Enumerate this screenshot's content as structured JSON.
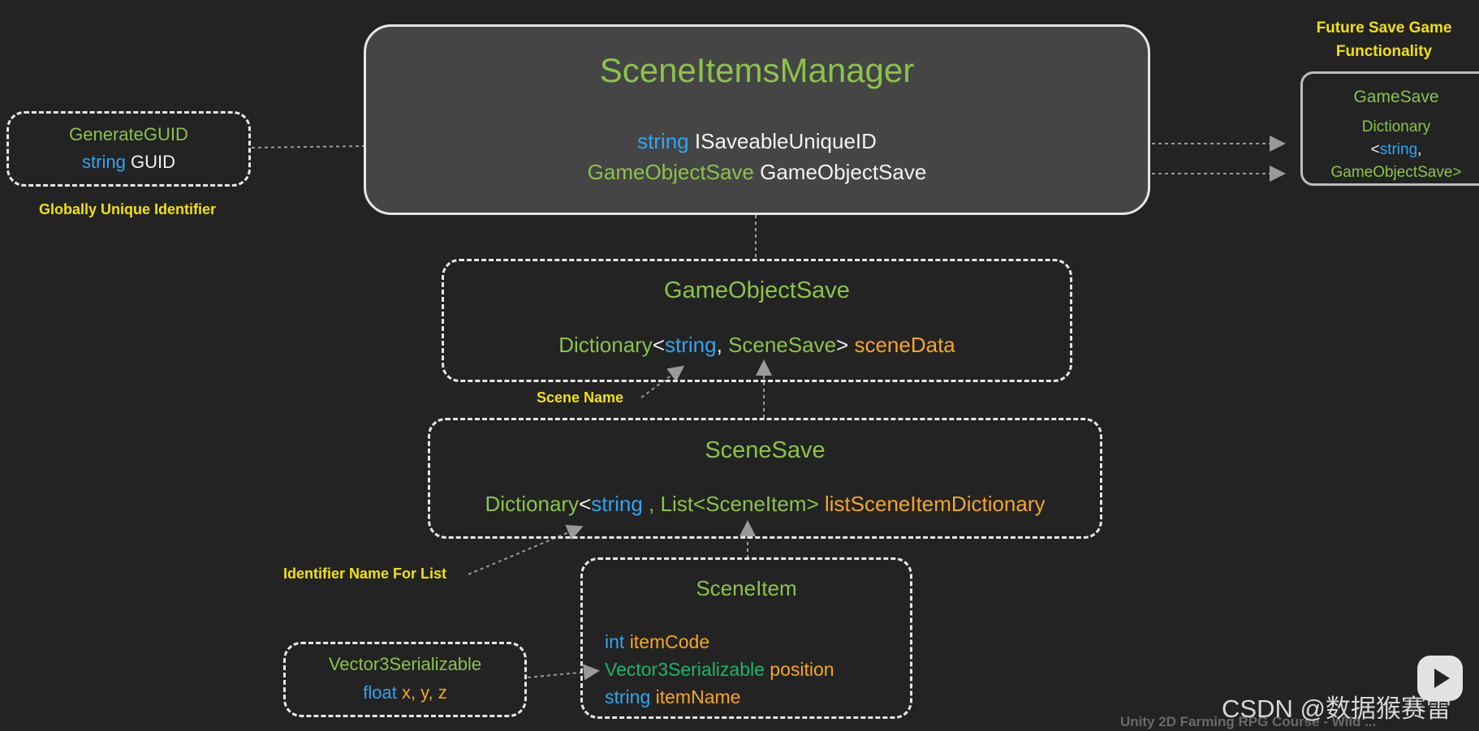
{
  "sceneItemsManager": {
    "title": "SceneItemsManager",
    "line1_type": "string",
    "line1_name": "ISaveableUniqueID",
    "line2_type": "GameObjectSave",
    "line2_name": "GameObjectSave"
  },
  "generateGuid": {
    "title": "GenerateGUID",
    "type": "string",
    "name": "GUID",
    "caption": "Globally Unique Identifier"
  },
  "futureSave": {
    "caption_line1": "Future Save Game",
    "caption_line2": "Functionality",
    "title": "GameSave",
    "line1": "Dictionary",
    "line2_open": "<",
    "line2_type": "string",
    "line2_comma": ",",
    "line3": "GameObjectSave>"
  },
  "gameObjectSave": {
    "title": "GameObjectSave",
    "dict": "Dictionary",
    "lt": "<",
    "keyType": "string",
    "comma": ",",
    "valueType": "SceneSave",
    "gt": ">",
    "field": "sceneData",
    "caption": "Scene Name"
  },
  "sceneSave": {
    "title": "SceneSave",
    "dict": "Dictionary",
    "lt": "<",
    "keyType": "string",
    "commaList": ", List<SceneItem>",
    "field": "listSceneItemDictionary",
    "caption": "Identifier Name For List"
  },
  "sceneItem": {
    "title": "SceneItem",
    "f1_type": "int",
    "f1_name": "itemCode",
    "f2_type": "Vector3Serializable",
    "f2_name": "position",
    "f3_type": "string",
    "f3_name": "itemName"
  },
  "vector3": {
    "title": "Vector3Serializable",
    "type": "float",
    "name": "x, y, z"
  },
  "watermark": {
    "text": "CSDN @数据猴赛雷",
    "footer": "Unity 2D Farming RPG Course - Wild ..."
  }
}
